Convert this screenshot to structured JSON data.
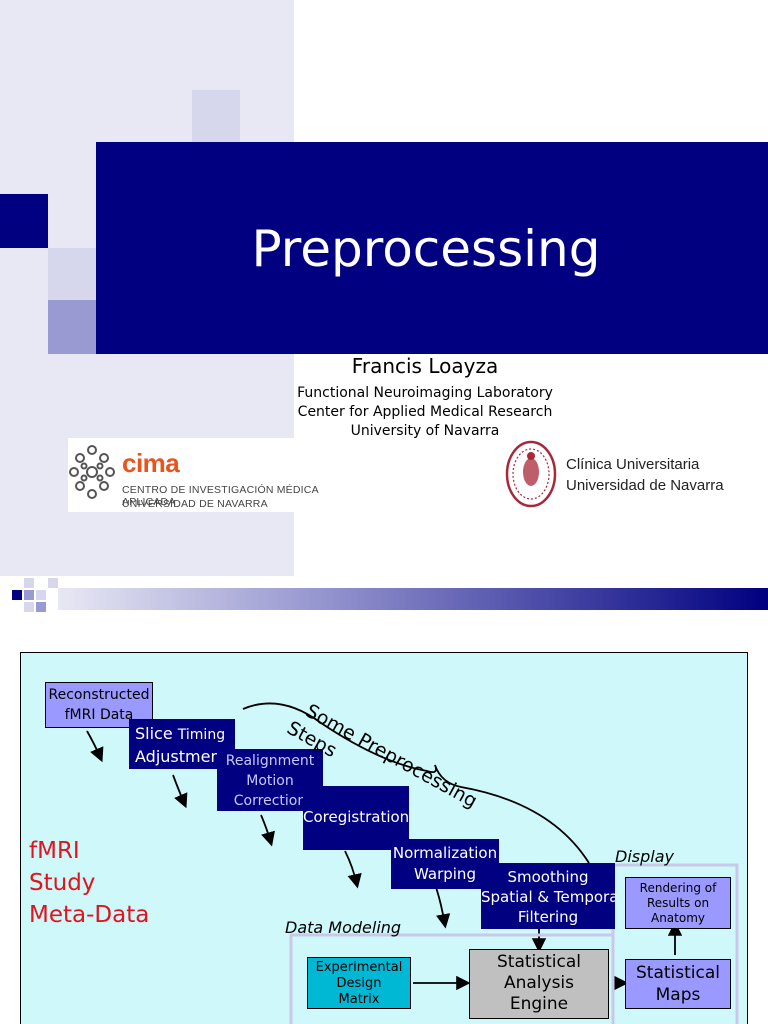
{
  "slide1": {
    "title": "Preprocessing",
    "author": "Francis Loayza",
    "affiliation": [
      "Functional Neuroimaging Laboratory",
      "Center for Applied Medical Research",
      "University of Navarra"
    ],
    "logo_cima": {
      "word": "cima",
      "line1": "CENTRO DE INVESTIGACIÓN MÉDICA APLICADA",
      "line2": "UNIVERSIDAD DE NAVARRA"
    },
    "logo_cun": {
      "line1": "Clínica Universitaria",
      "line2": "Universidad de Navarra"
    },
    "colors": {
      "navy": "#000080",
      "lavender": "#e8e8f4",
      "cima_orange": "#e8541c",
      "seal_red": "#a8283a"
    }
  },
  "slide2": {
    "reconstructed": {
      "line1": "Reconstructed",
      "line2": "fMRI Data"
    },
    "slice_timing": {
      "bold": "Slice",
      "rest": "Timing",
      "line2": "Adjustment"
    },
    "realignment": [
      "Realignment",
      "Motion",
      "Correction"
    ],
    "coregistration": "Coregistration",
    "normalization": [
      "Normalization",
      "Warping"
    ],
    "smoothing": [
      "Smoothing",
      "Spatial & Temporal",
      "Filtering"
    ],
    "brace_label": [
      "Some Preprocessing",
      "Steps"
    ],
    "meta_data": [
      "fMRI",
      "Study",
      "Meta-Data"
    ],
    "display_label": "Display",
    "data_modeling_label": "Data Modeling",
    "rendering": [
      "Rendering of",
      "Results on",
      "Anatomy"
    ],
    "experimental": [
      "Experimental",
      "Design",
      "Matrix"
    ],
    "engine": [
      "Statistical",
      "Analysis",
      "Engine"
    ],
    "maps": [
      "Statistical",
      "Maps"
    ],
    "colors": {
      "background": "#cff8fb",
      "navy": "#000080",
      "lavender_box": "#9999ff",
      "engine_gray": "#c0c0c0",
      "meta_red": "#e0141e"
    }
  }
}
